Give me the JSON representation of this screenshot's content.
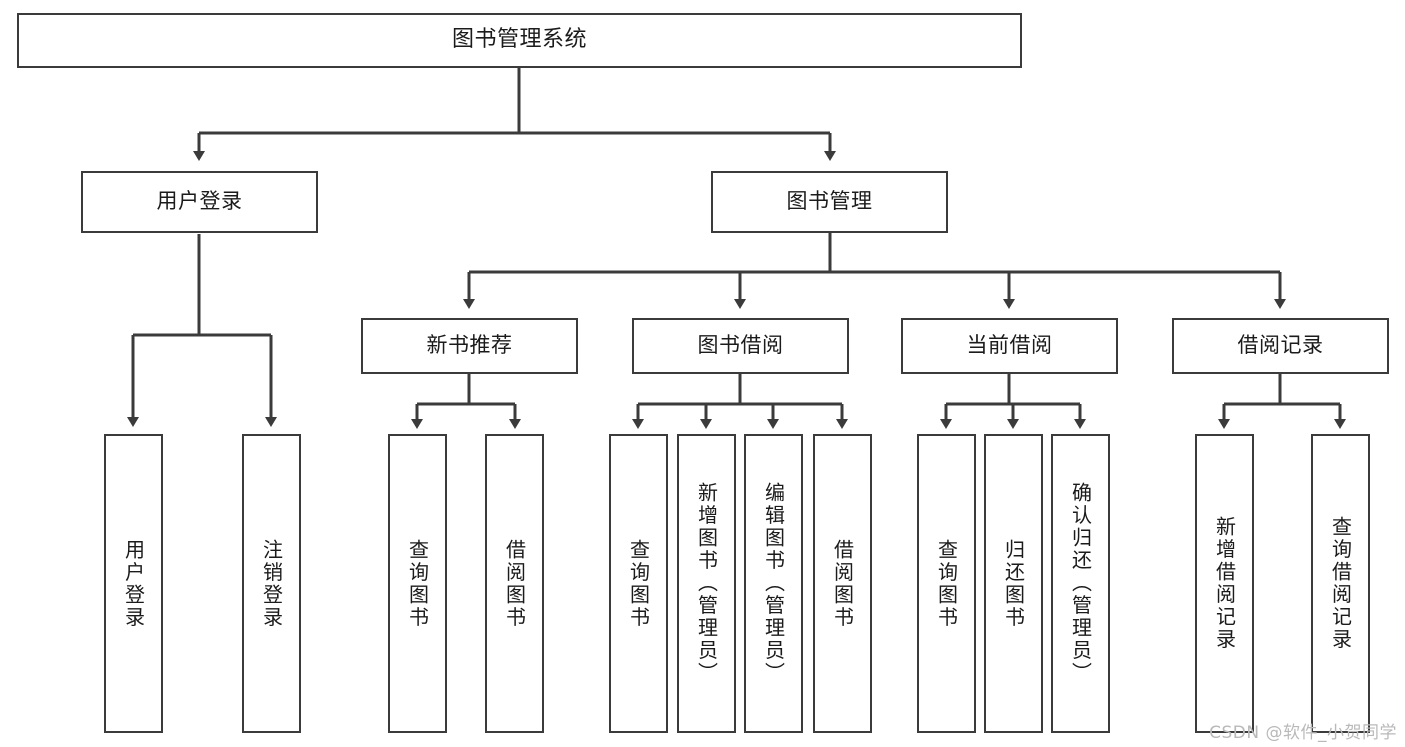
{
  "diagram": {
    "title": "图书管理系统",
    "type": "功能结构图",
    "stroke_color": "#3b3b3b",
    "text_color": "#1b1b1b",
    "background_color": "#ffffff"
  },
  "root": {
    "label": "图书管理系统"
  },
  "level2": [
    {
      "id": "user-login",
      "label": "用户登录"
    },
    {
      "id": "book-management",
      "label": "图书管理"
    }
  ],
  "level3": [
    {
      "id": "new-book-recommend",
      "label": "新书推荐"
    },
    {
      "id": "book-borrow",
      "label": "图书借阅"
    },
    {
      "id": "current-borrow",
      "label": "当前借阅"
    },
    {
      "id": "borrow-record",
      "label": "借阅记录"
    }
  ],
  "leaves": {
    "user_login": [
      {
        "id": "leaf-user-login",
        "label": "用户登录"
      },
      {
        "id": "leaf-logout",
        "label": "注销登录"
      }
    ],
    "new_book_recommend": [
      {
        "id": "leaf-query-book-1",
        "label": "查询图书"
      },
      {
        "id": "leaf-borrow-book-1",
        "label": "借阅图书"
      }
    ],
    "book_borrow": [
      {
        "id": "leaf-query-book-2",
        "label": "查询图书"
      },
      {
        "id": "leaf-add-book",
        "label": "新增图书（管理员）"
      },
      {
        "id": "leaf-edit-book",
        "label": "编辑图书（管理员）"
      },
      {
        "id": "leaf-borrow-book-2",
        "label": "借阅图书"
      }
    ],
    "current_borrow": [
      {
        "id": "leaf-query-book-3",
        "label": "查询图书"
      },
      {
        "id": "leaf-return-book",
        "label": "归还图书"
      },
      {
        "id": "leaf-confirm-return",
        "label": "确认归还（管理员）"
      }
    ],
    "borrow_record": [
      {
        "id": "leaf-add-record",
        "label": "新增借阅记录"
      },
      {
        "id": "leaf-query-record",
        "label": "查询借阅记录"
      }
    ]
  },
  "watermark": {
    "text": "CSDN @软件_小贺同学"
  }
}
